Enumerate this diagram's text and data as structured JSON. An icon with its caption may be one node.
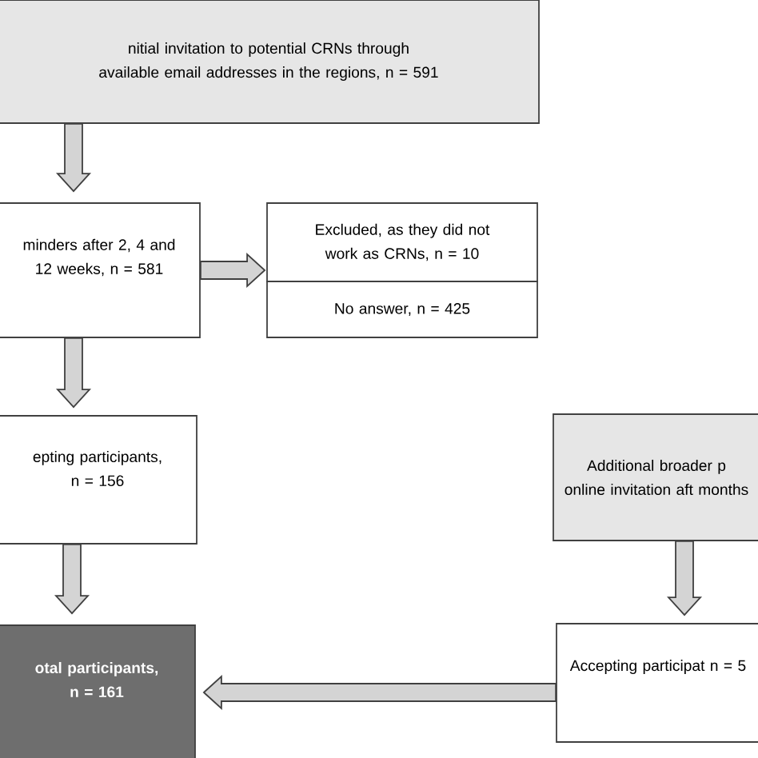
{
  "diagram": {
    "nodes": [
      {
        "text": [
          "nitial invitation to potential CRNs through available email addresses in the regions, n = 591"
        ]
      },
      {
        "text": [
          "minders after 2, 4 and 12 weeks, n = 581"
        ]
      },
      {
        "text": [
          "Excluded, as they did not work as CRNs, n = 10"
        ]
      },
      {
        "text": [
          "No answer, n = 425"
        ]
      },
      {
        "text": [
          "epting participants, n = 156"
        ]
      },
      {
        "text": [
          "otal participants, n = 161"
        ]
      },
      {
        "text": [
          "Additional broader p online invitation aft months"
        ]
      },
      {
        "text": [
          "Accepting participat n = 5"
        ]
      }
    ],
    "edges": [
      {
        "from": 0,
        "to": 1,
        "arrow": "to"
      },
      {
        "from": 1,
        "to": 2,
        "arrow": "to"
      },
      {
        "from": 1,
        "to": 4,
        "arrow": "to"
      },
      {
        "from": 4,
        "to": 5,
        "arrow": "to"
      },
      {
        "from": 6,
        "to": 7,
        "arrow": "to"
      },
      {
        "from": 7,
        "to": 5,
        "arrow": "to"
      }
    ]
  }
}
